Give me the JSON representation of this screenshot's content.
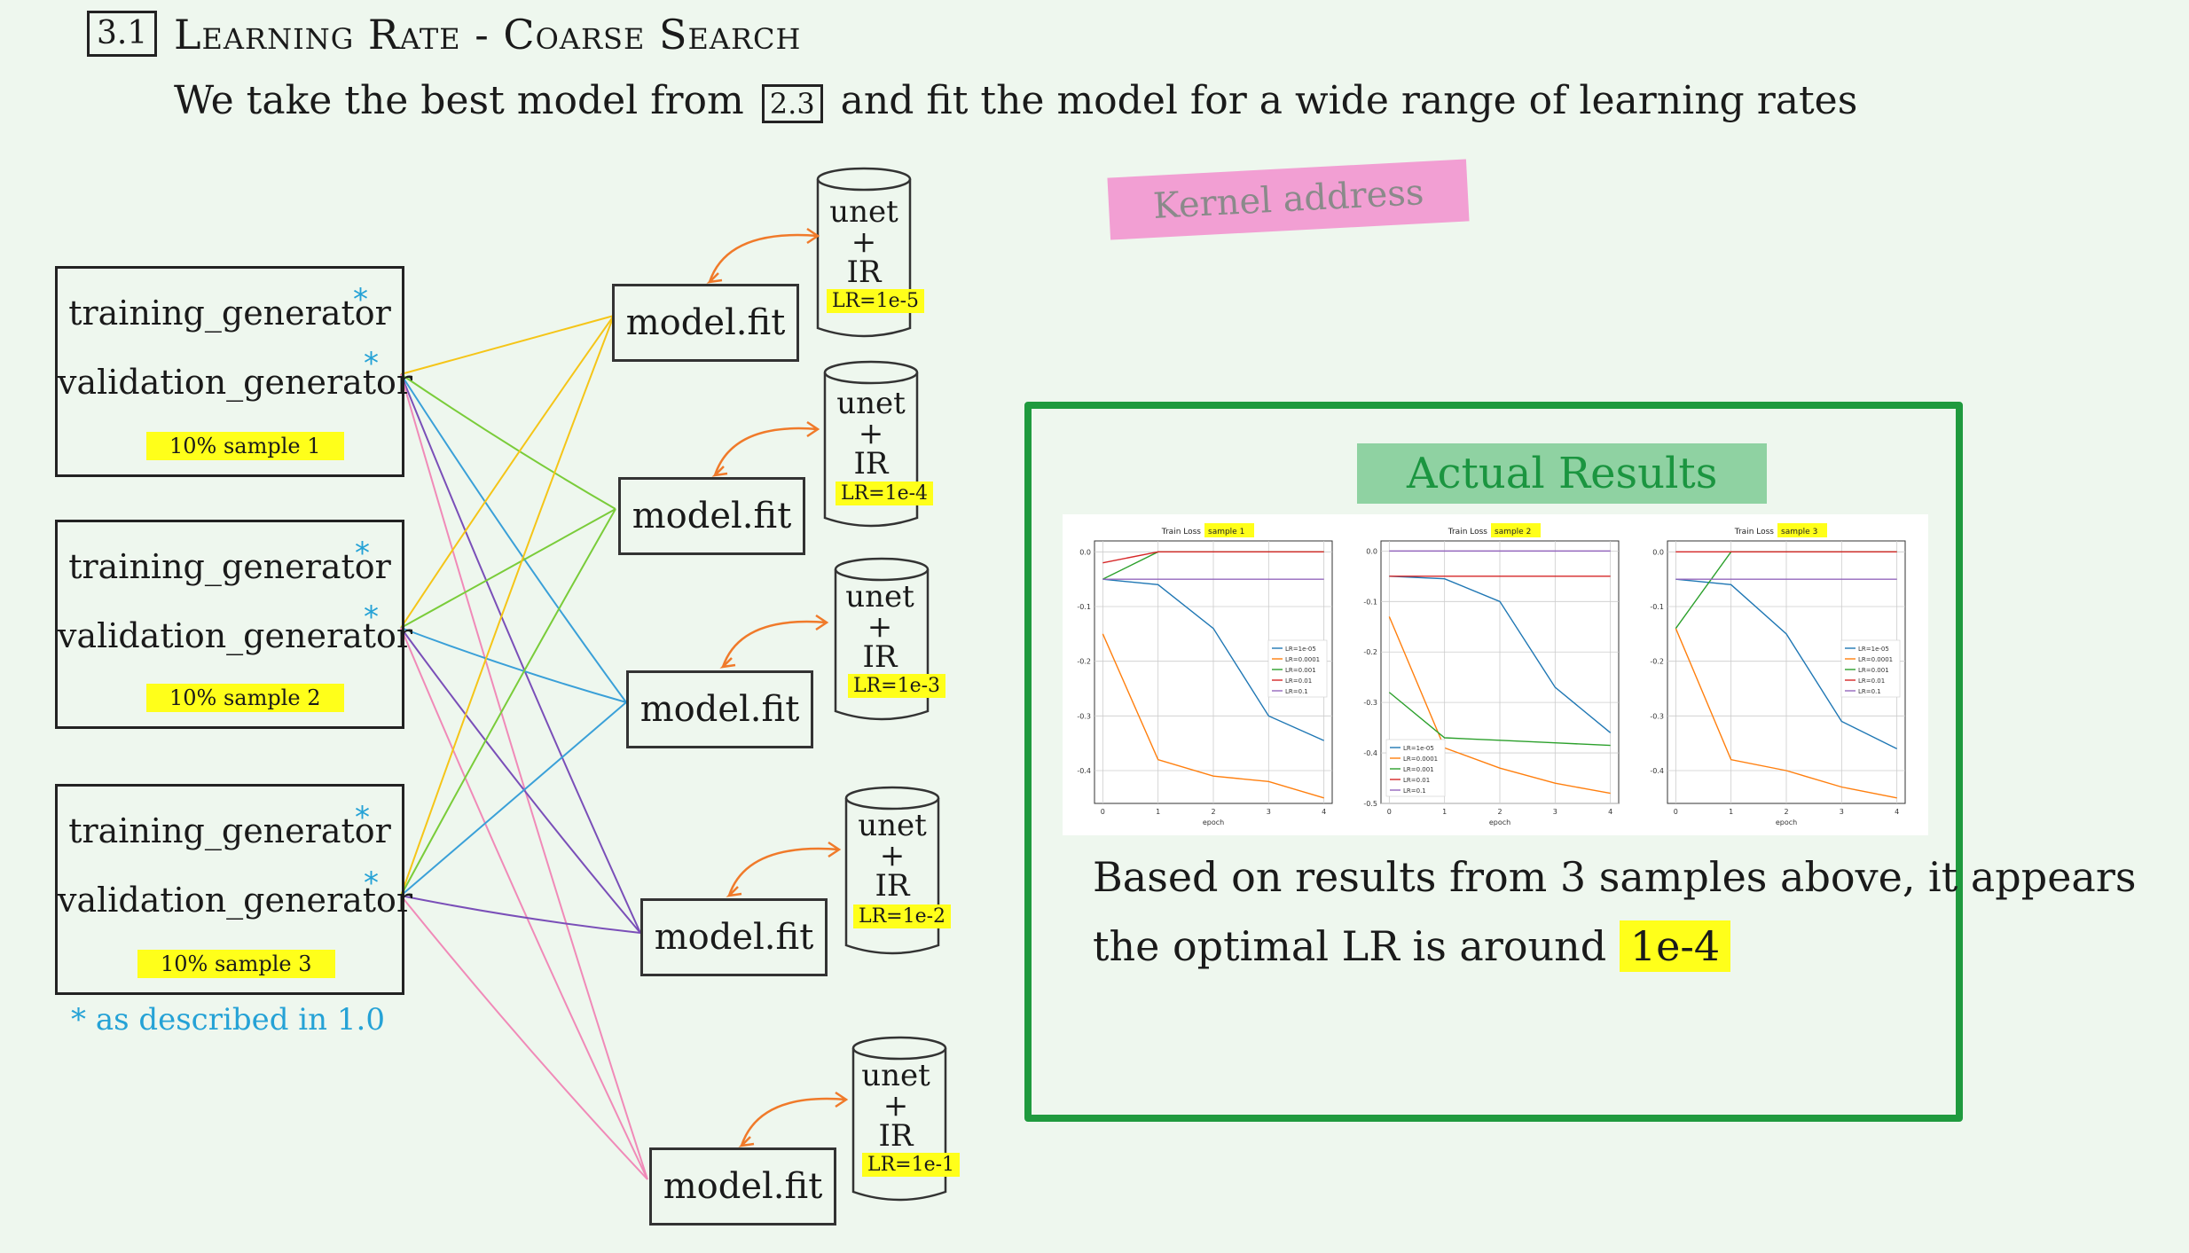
{
  "header": {
    "section_number": "3.1",
    "title": "Learning Rate - Coarse Search",
    "subtitle_before": "We take the best model from",
    "subtitle_ref": "2.3",
    "subtitle_after": "and fit the model for a wide range of learning rates"
  },
  "generators": [
    {
      "train": "training_generator",
      "val": "validation_generator",
      "sample": "10% sample 1"
    },
    {
      "train": "training_generator",
      "val": "validation_generator",
      "sample": "10% sample 2"
    },
    {
      "train": "training_generator",
      "val": "validation_generator",
      "sample": "10% sample 3"
    }
  ],
  "asterisk": "*",
  "footnote": "as described in 1.0",
  "fits": [
    {
      "label": "model.fit",
      "cyl_top": "unet",
      "cyl_plus": "+",
      "cyl_bottom": "IR",
      "lr": "LR=1e-5"
    },
    {
      "label": "model.fit",
      "cyl_top": "unet",
      "cyl_plus": "+",
      "cyl_bottom": "IR",
      "lr": "LR=1e-4"
    },
    {
      "label": "model.fit",
      "cyl_top": "unet",
      "cyl_plus": "+",
      "cyl_bottom": "IR",
      "lr": "LR=1e-3"
    },
    {
      "label": "model.fit",
      "cyl_top": "unet",
      "cyl_plus": "+",
      "cyl_bottom": "IR",
      "lr": "LR=1e-2"
    },
    {
      "label": "model.fit",
      "cyl_top": "unet",
      "cyl_plus": "+",
      "cyl_bottom": "IR",
      "lr": "LR=1e-1"
    }
  ],
  "kernel_note": "Kernel address",
  "results": {
    "title": "Actual Results",
    "conclusion_line1": "Based on results from 3 samples above, it appears",
    "conclusion_line2_before": "the optimal LR is around",
    "conclusion_value": "1e-4"
  },
  "colors": {
    "background": "#eef7ee",
    "highlight": "#ffff1a",
    "results_frame": "#1f9a3e",
    "kernel_highlight": "#f29fd3",
    "asterisk": "#25a2d6",
    "arrow": "#f07a2a",
    "connector_colors": [
      "#f5c518",
      "#7acc3a",
      "#3aa0d8",
      "#7a4fb8",
      "#f08ab8"
    ]
  },
  "chart_data": [
    {
      "type": "line",
      "title": "Train Loss",
      "title_highlight": "sample 1",
      "xlabel": "epoch",
      "x": [
        0,
        1,
        2,
        3,
        4
      ],
      "ylim": [
        -0.46,
        0.02
      ],
      "yticks": [
        0.0,
        -0.1,
        -0.2,
        -0.3,
        -0.4
      ],
      "legend_position": "right",
      "series": [
        {
          "name": "LR=1e-05",
          "color": "#1f77b4",
          "values": [
            -0.05,
            -0.06,
            -0.14,
            -0.3,
            -0.345
          ]
        },
        {
          "name": "LR=0.0001",
          "color": "#ff7f0e",
          "values": [
            -0.15,
            -0.38,
            -0.41,
            -0.42,
            -0.45
          ]
        },
        {
          "name": "LR=0.001",
          "color": "#2ca02c",
          "values": [
            -0.05,
            0.0,
            0.0,
            0.0,
            0.0
          ]
        },
        {
          "name": "LR=0.01",
          "color": "#d62728",
          "values": [
            -0.02,
            0.0,
            0.0,
            0.0,
            0.0
          ]
        },
        {
          "name": "LR=0.1",
          "color": "#9467bd",
          "values": [
            -0.05,
            -0.05,
            -0.05,
            -0.05,
            -0.05
          ]
        }
      ]
    },
    {
      "type": "line",
      "title": "Train Loss",
      "title_highlight": "sample 2",
      "xlabel": "epoch",
      "x": [
        0,
        1,
        2,
        3,
        4
      ],
      "ylim": [
        -0.5,
        0.02
      ],
      "yticks": [
        0.0,
        -0.1,
        -0.2,
        -0.3,
        -0.4,
        -0.5
      ],
      "legend_position": "lower left",
      "series": [
        {
          "name": "LR=1e-05",
          "color": "#1f77b4",
          "values": [
            -0.05,
            -0.055,
            -0.1,
            -0.27,
            -0.36
          ]
        },
        {
          "name": "LR=0.0001",
          "color": "#ff7f0e",
          "values": [
            -0.13,
            -0.39,
            -0.43,
            -0.46,
            -0.48
          ]
        },
        {
          "name": "LR=0.001",
          "color": "#2ca02c",
          "values": [
            -0.28,
            -0.37,
            -0.375,
            -0.38,
            -0.385
          ]
        },
        {
          "name": "LR=0.01",
          "color": "#d62728",
          "values": [
            -0.05,
            -0.05,
            -0.05,
            -0.05,
            -0.05
          ]
        },
        {
          "name": "LR=0.1",
          "color": "#9467bd",
          "values": [
            0.0,
            0.0,
            0.0,
            0.0,
            0.0
          ]
        }
      ]
    },
    {
      "type": "line",
      "title": "Train Loss",
      "title_highlight": "sample 3",
      "xlabel": "epoch",
      "x": [
        0,
        1,
        2,
        3,
        4
      ],
      "ylim": [
        -0.46,
        0.02
      ],
      "yticks": [
        0.0,
        -0.1,
        -0.2,
        -0.3,
        -0.4
      ],
      "legend_position": "right",
      "series": [
        {
          "name": "LR=1e-05",
          "color": "#1f77b4",
          "values": [
            -0.05,
            -0.06,
            -0.15,
            -0.31,
            -0.36
          ]
        },
        {
          "name": "LR=0.0001",
          "color": "#ff7f0e",
          "values": [
            -0.14,
            -0.38,
            -0.4,
            -0.43,
            -0.45
          ]
        },
        {
          "name": "LR=0.001",
          "color": "#2ca02c",
          "values": [
            -0.14,
            0.0,
            0.0,
            0.0,
            0.0
          ]
        },
        {
          "name": "LR=0.01",
          "color": "#d62728",
          "values": [
            0.0,
            0.0,
            0.0,
            0.0,
            0.0
          ]
        },
        {
          "name": "LR=0.1",
          "color": "#9467bd",
          "values": [
            -0.05,
            -0.05,
            -0.05,
            -0.05,
            -0.05
          ]
        }
      ]
    }
  ]
}
